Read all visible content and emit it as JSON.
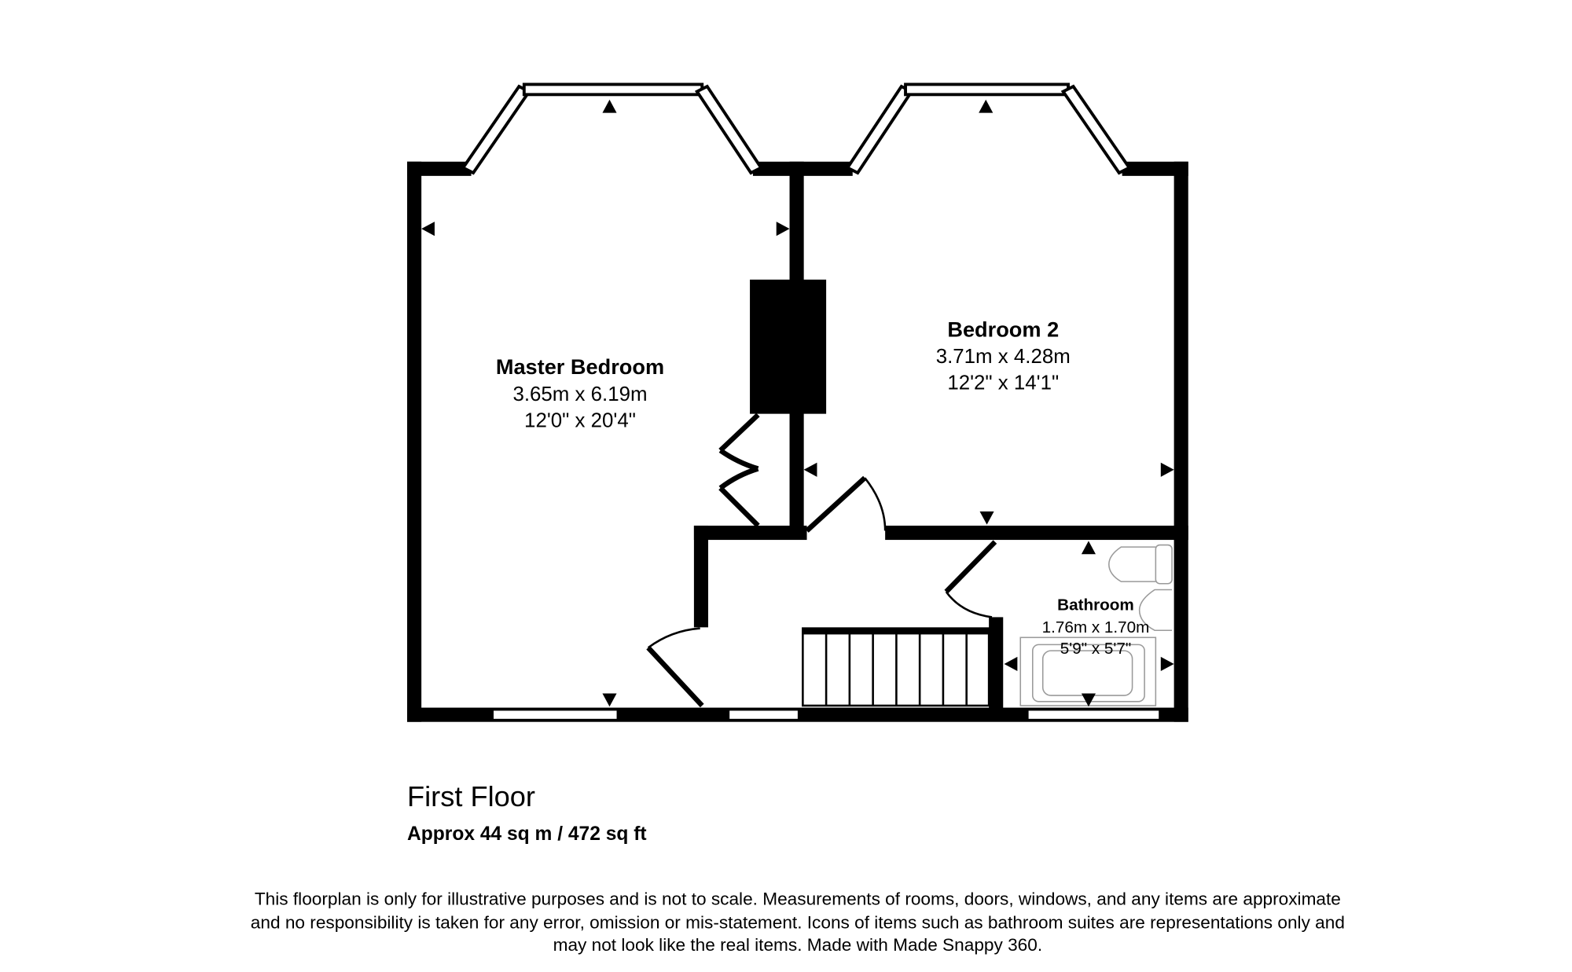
{
  "rooms": [
    {
      "name": "Master Bedroom",
      "metric": "3.65m x 6.19m",
      "imperial": "12'0\" x 20'4\""
    },
    {
      "name": "Bedroom 2",
      "metric": "3.71m x 4.28m",
      "imperial": "12'2\" x 14'1\""
    },
    {
      "name": "Bathroom",
      "metric": "1.76m x 1.70m",
      "imperial": "5'9\" x 5'7\""
    }
  ],
  "floor": {
    "title": "First Floor",
    "area": "Approx 44 sq m / 472 sq ft"
  },
  "disclaimer": [
    "This floorplan is only for illustrative purposes and is not to scale. Measurements of rooms, doors, windows, and any items are approximate",
    "and no responsibility is taken for any error, omission or mis-statement. Icons of items such as bathroom suites are representations only and",
    "may not look like the real items. Made with Made Snappy 360."
  ],
  "colors": {
    "wall": "#000000",
    "fixture": "#9a9a9a"
  }
}
